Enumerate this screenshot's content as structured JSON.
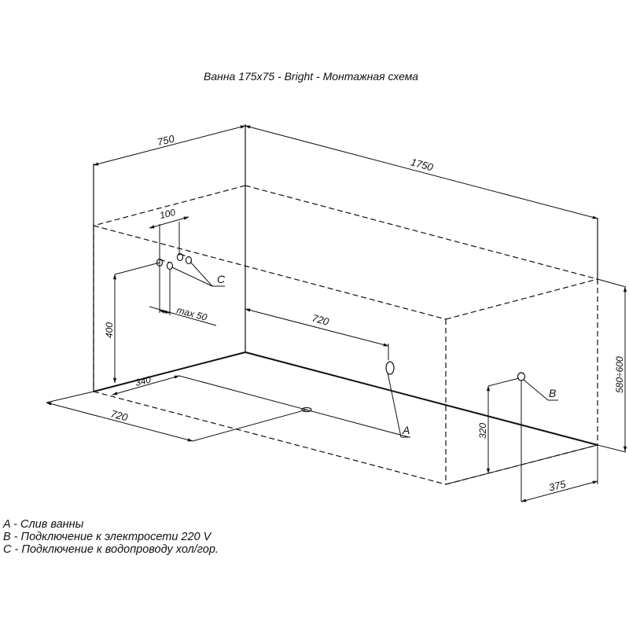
{
  "title": "Ванна 175x75 - Bright - Монтажная схема",
  "dimensions": {
    "width": "750",
    "length": "1750",
    "pipe_spacing": "100",
    "pipe_offset": "max 50",
    "water_height": "400",
    "drain_from_wall": "720",
    "drain_floor_offset": "340",
    "floor_depth": "720",
    "total_height": "580÷600",
    "electric_height": "320",
    "electric_from_end": "375"
  },
  "markers": {
    "a": "A",
    "b": "B",
    "c": "C"
  },
  "legend": [
    "A - Слив ванны",
    "B - Подключение к электросети 220 V",
    "C - Подключение к водопроводу хол/гор."
  ]
}
